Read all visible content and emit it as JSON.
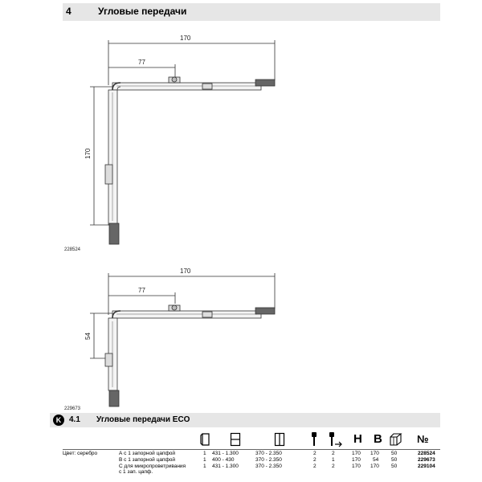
{
  "section": {
    "number": "4",
    "title": "Угловые передачи"
  },
  "drawing_top": {
    "dim_width": "170",
    "dim_offset": "77",
    "dim_height": "170",
    "article": "228524"
  },
  "drawing_bottom": {
    "dim_width": "170",
    "dim_offset": "77",
    "dim_height": "54",
    "article": "229673"
  },
  "subsection": {
    "badge": "K",
    "number": "4.1",
    "title": "Угловые передачи ECO"
  },
  "table": {
    "col_letters": {
      "h": "H",
      "b": "B"
    },
    "col_no": "№",
    "color_label": "Цвет: серебро",
    "rows": [
      {
        "desc": "А с 1 запорной цапфой",
        "c1": "1",
        "c2": "431 - 1.300",
        "c3": "370 - 2.350",
        "c4": "2",
        "c5": "2",
        "h": "170",
        "b": "170",
        "c8": "50",
        "art": "228524"
      },
      {
        "desc": "В с 1 запорной цапфой",
        "c1": "1",
        "c2": "400 - 430",
        "c3": "370 - 2.350",
        "c4": "2",
        "c5": "1",
        "h": "170",
        "b": "54",
        "c8": "50",
        "art": "229673"
      },
      {
        "desc": "С для микропроветривания",
        "desc2": "с 1 зап. цапф.",
        "c1": "1",
        "c2": "431 - 1.300",
        "c3": "370 - 2.350",
        "c4": "2",
        "c5": "2",
        "h": "170",
        "b": "170",
        "c8": "50",
        "art": "229104"
      }
    ]
  }
}
